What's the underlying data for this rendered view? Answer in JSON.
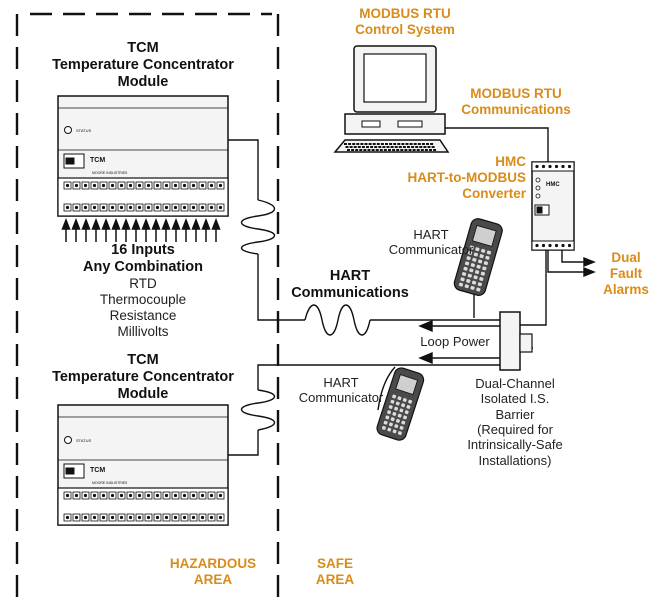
{
  "colors": {
    "accent": "#d98c1a",
    "line": "#111111",
    "device_fill": "#f4f4f4"
  },
  "tcm_top": {
    "line1": "TCM",
    "line2": "Temperature Concentrator",
    "line3": "Module"
  },
  "tcm_bottom": {
    "line1": "TCM",
    "line2": "Temperature Concentrator",
    "line3": "Module"
  },
  "inputs": {
    "line1": "16 Inputs",
    "line2": "Any Combination",
    "line3": "RTD",
    "line4": "Thermocouple",
    "line5": "Resistance",
    "line6": "Millivolts"
  },
  "modbus_control": {
    "line1": "MODBUS RTU",
    "line2": "Control System"
  },
  "modbus_comm": {
    "line1": "MODBUS RTU",
    "line2": "Communications"
  },
  "hmc": {
    "line1": "HMC",
    "line2": "HART-to-MODBUS",
    "line3": "Converter"
  },
  "alarms": {
    "line1": "Dual",
    "line2": "Fault",
    "line3": "Alarms"
  },
  "hart_comm_1": {
    "line1": "HART",
    "line2": "Communicator"
  },
  "hart_comm_2": {
    "line1": "HART",
    "line2": "Communicator"
  },
  "hart_communications": {
    "line1": "HART",
    "line2": "Communications"
  },
  "loop_power": "Loop Power",
  "barrier": {
    "line1": "Dual-Channel",
    "line2": "Isolated I.S.",
    "line3": "Barrier",
    "line4": "(Required for",
    "line5": "Intrinsically-Safe",
    "line6": "Installations)"
  },
  "areas": {
    "hazardous_line1": "HAZARDOUS",
    "hazardous_line2": "AREA",
    "safe_line1": "SAFE",
    "safe_line2": "AREA"
  },
  "device_text": {
    "tcm": "TCM",
    "hmc": "HMC",
    "status": "STATUS",
    "brand": "MOORE INDUSTRIES"
  }
}
